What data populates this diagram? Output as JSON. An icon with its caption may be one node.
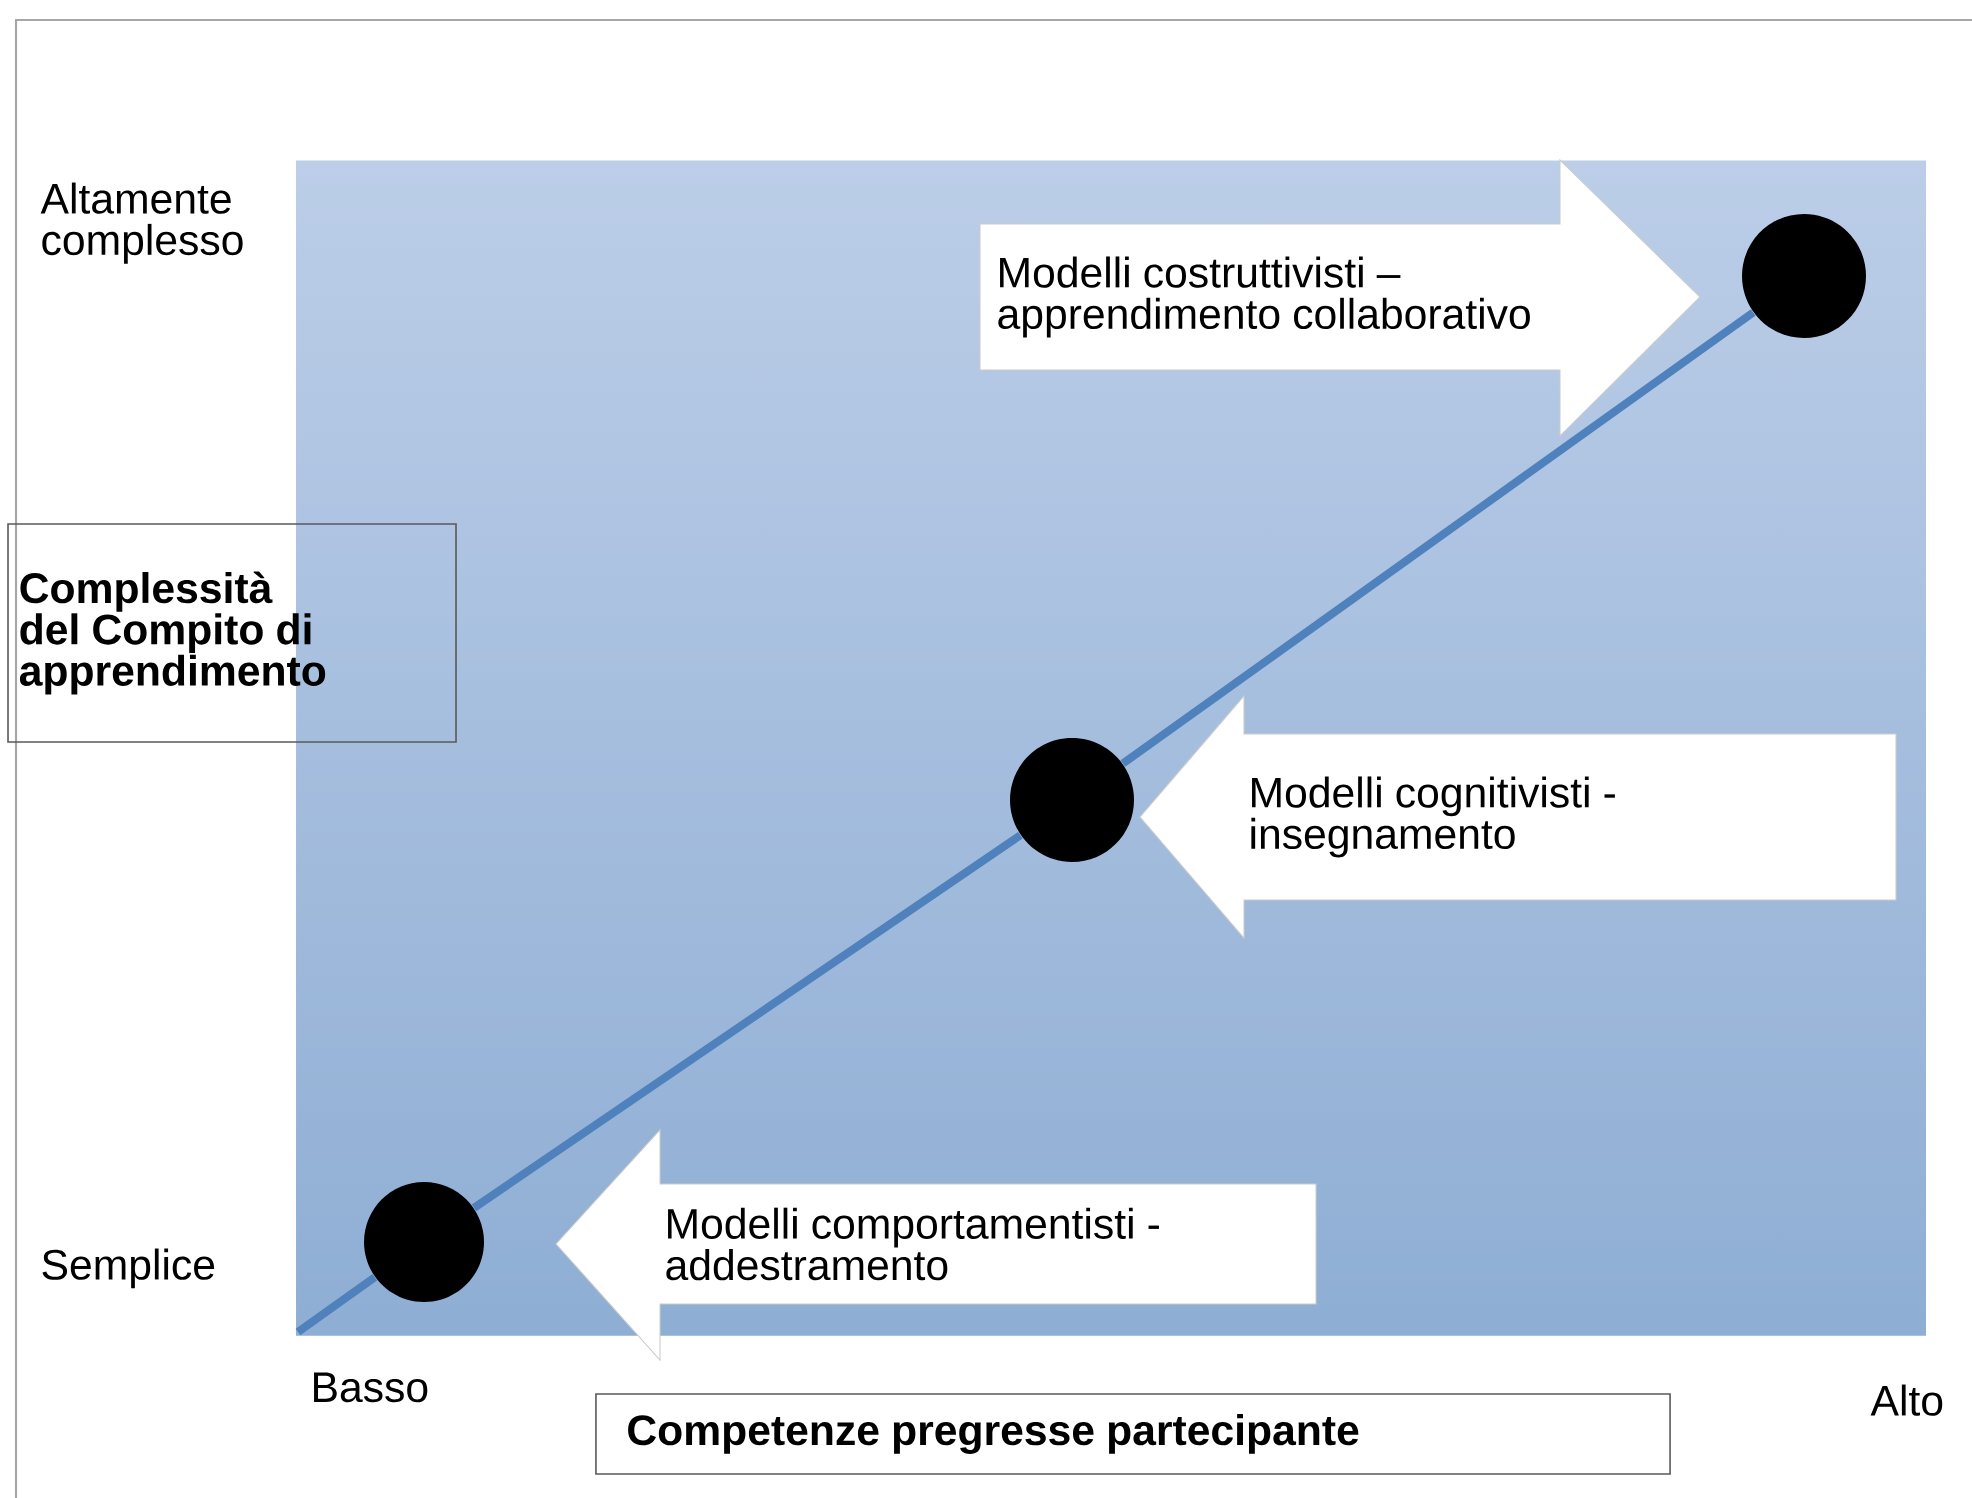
{
  "diagram": {
    "nodes": [
      {
        "text": [
          "Complessità del Compito di apprendimento"
        ]
      },
      {
        "text": [
          "Modelli costruttivisti – apprendimento collaborativo"
        ]
      },
      {
        "text": [],
        "shape": "circle"
      },
      {
        "text": [
          "Modelli cognitivisti - insegnamento"
        ]
      },
      {
        "text": [],
        "shape": "circle"
      },
      {
        "text": [
          "Modelli comportamentisti - addestramento"
        ]
      },
      {
        "text": [],
        "shape": "circle"
      },
      {
        "text": [
          "Competenze pregresse partecipante"
        ]
      }
    ],
    "edges": [
      {
        "from": null,
        "to": 6,
        "arrow": "none"
      },
      {
        "from": 6,
        "to": 4,
        "arrow": "none"
      },
      {
        "from": 4,
        "to": 2,
        "arrow": "none"
      }
    ],
    "labels": [
      "Altamente complesso",
      "Semplice",
      "Basso",
      "Alto"
    ]
  }
}
